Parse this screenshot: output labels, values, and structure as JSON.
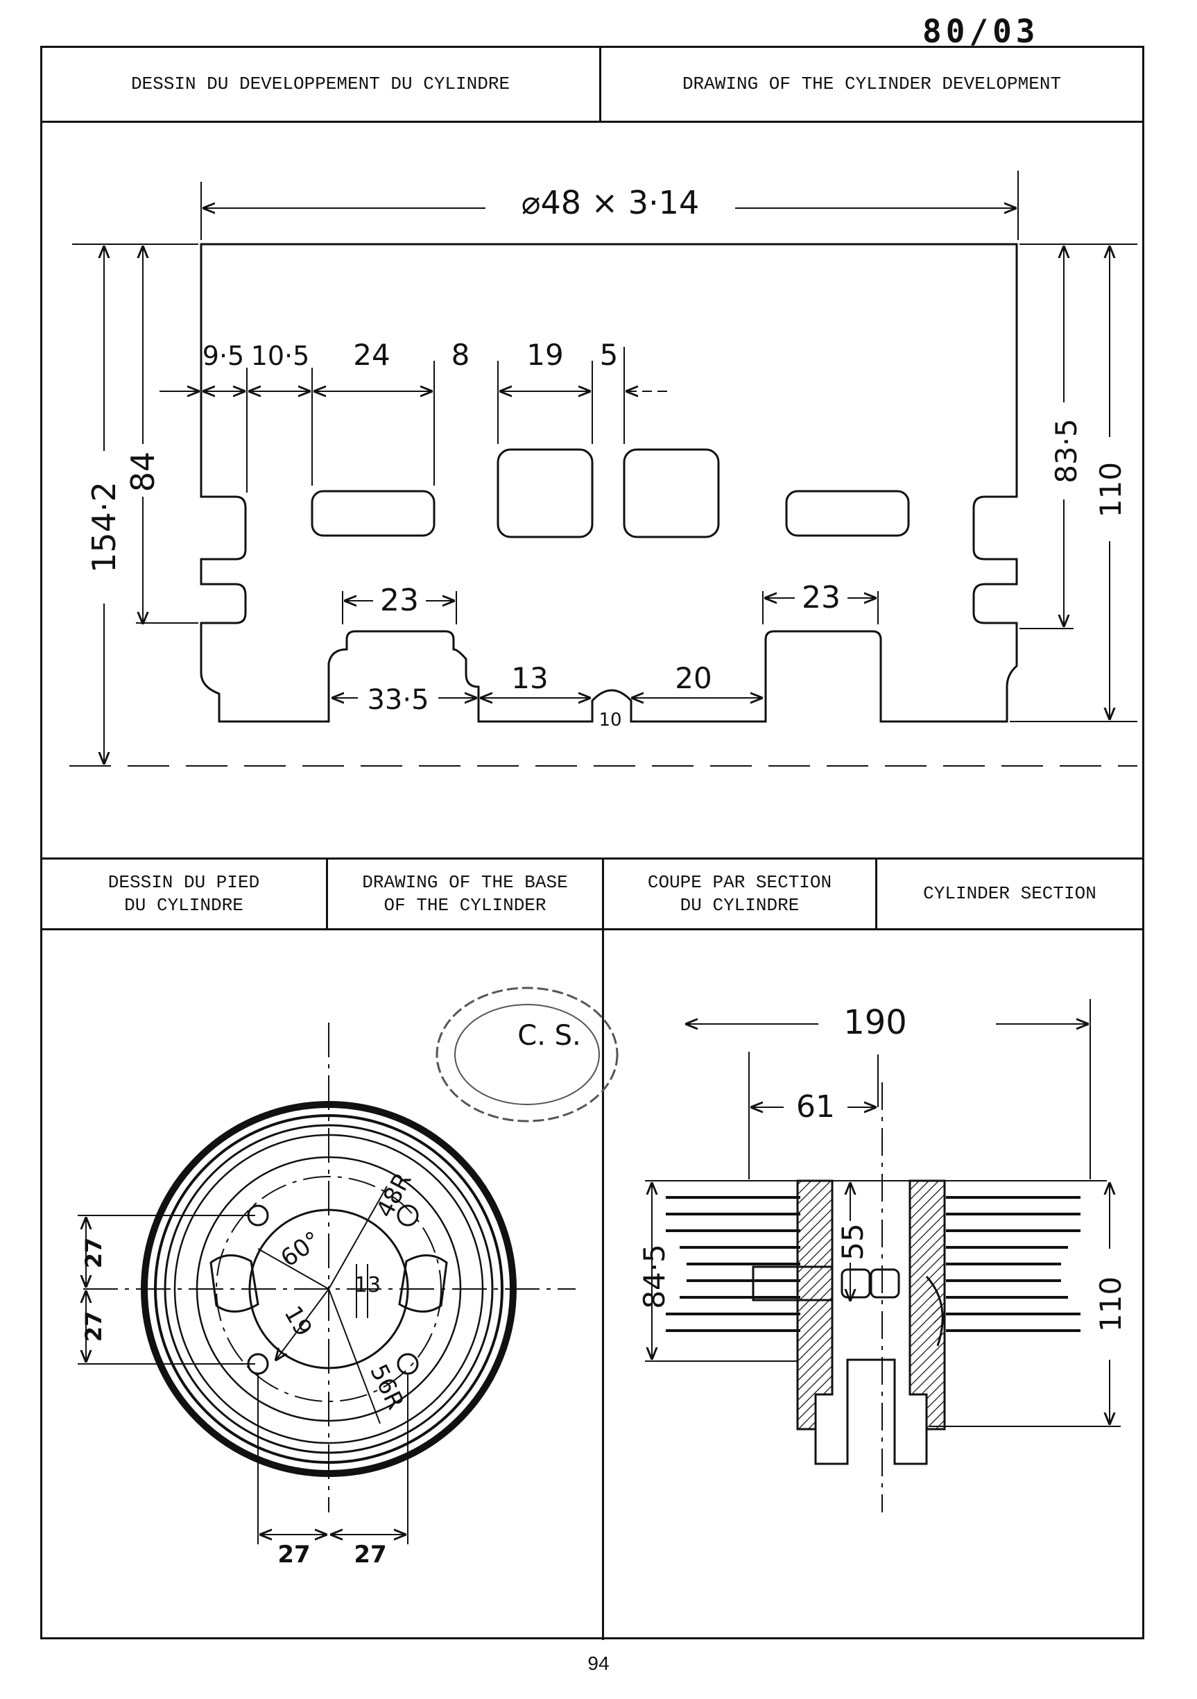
{
  "page_ref": "80/03",
  "headers": {
    "development_fr": "DESSIN DU DEVELOPPEMENT DU CYLINDRE",
    "development_en": "DRAWING OF THE CYLINDER DEVELOPMENT",
    "base_fr": "DESSIN DU PIED\nDU CYLINDRE",
    "base_en": "DRAWING OF THE BASE\nOF THE CYLINDER",
    "section_fr": "COUPE PAR SECTION\nDU CYLINDRE",
    "section_en": "CYLINDER SECTION"
  },
  "development_dims": {
    "circumference": "⌀48 × 3·14",
    "port_offsets": [
      "9·5",
      "10·5",
      "24",
      "8",
      "19",
      "5"
    ],
    "height_total": "154·2",
    "height_84": "84",
    "height_83_5": "83·5",
    "height_110": "110",
    "cutout_left": "23",
    "cutout_right": "23",
    "bottom_33_5": "33·5",
    "bottom_13": "13",
    "bottom_20": "20",
    "notch_10": "10"
  },
  "base_dims": {
    "r48": "48R",
    "r56": "56R",
    "angle": "60°",
    "d19": "19",
    "d13": "13",
    "left_27_top": "27",
    "left_27_bottom": "27",
    "bottom_27_left": "27",
    "bottom_27_right": "27"
  },
  "section_dims": {
    "width_190": "190",
    "width_61": "61",
    "height_55": "55",
    "height_84_5": "84·5",
    "height_110": "110"
  },
  "stamp_text": "C. S.",
  "page_number": "94"
}
